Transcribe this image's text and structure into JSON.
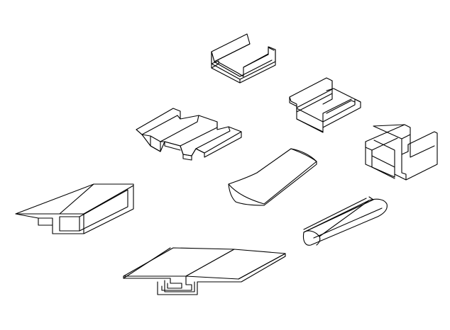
{
  "drawing": {
    "background": "#ffffff",
    "stroke_color": "#000000",
    "profiles": [
      "channel-top",
      "channel-flanged",
      "corrugated-sheet",
      "channel-box",
      "curved-plate",
      "angle-box-section",
      "split-tube",
      "standing-seam-joint"
    ]
  }
}
